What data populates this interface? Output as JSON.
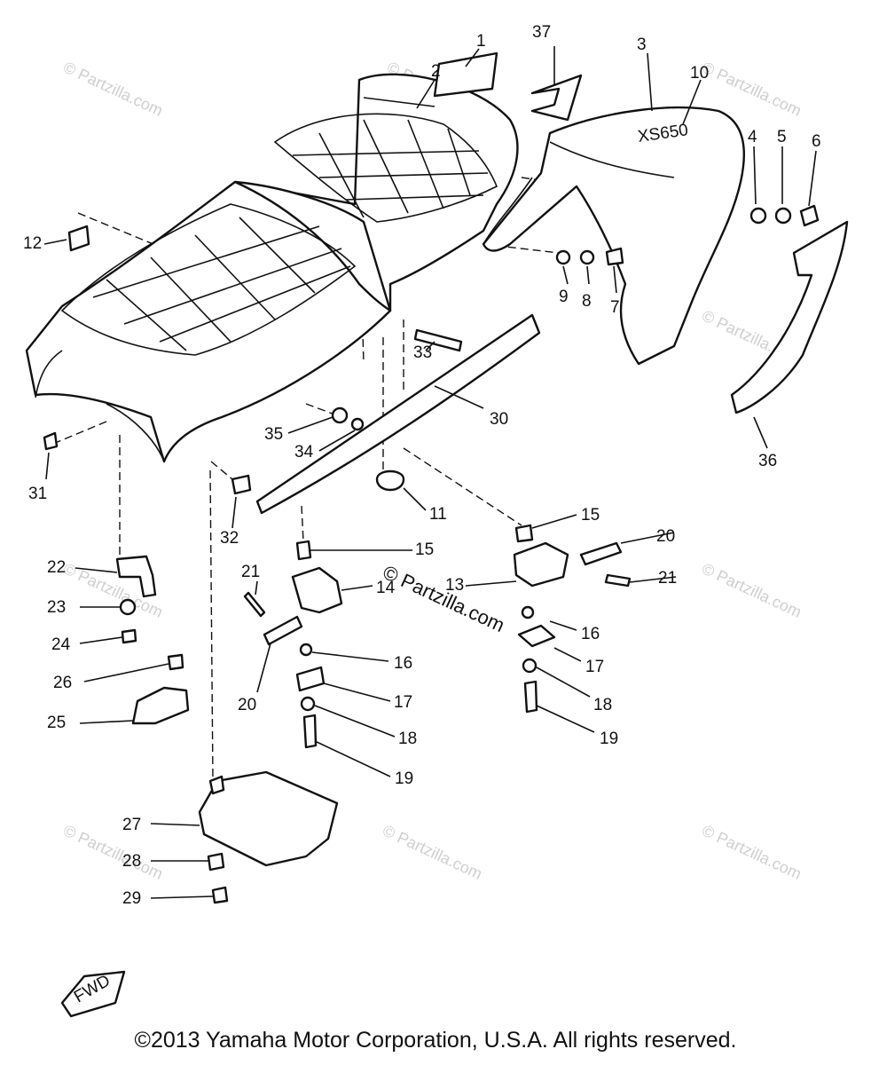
{
  "watermark": "© Partzilla.com",
  "watermark_center": "© Partzilla.com",
  "fwd_label": "FWD",
  "cover_emblem": "XS650",
  "copyright": "©2013 Yamaha Motor Corporation, U.S.A. All rights reserved.",
  "callouts": {
    "c1": "1",
    "c2": "2",
    "c3": "3",
    "c4": "4",
    "c5": "5",
    "c6": "6",
    "c7": "7",
    "c8": "8",
    "c9": "9",
    "c10": "10",
    "c11": "11",
    "c12": "12",
    "c13": "13",
    "c14": "14",
    "c15a": "15",
    "c15b": "15",
    "c16a": "16",
    "c16b": "16",
    "c17a": "17",
    "c17b": "17",
    "c18a": "18",
    "c18b": "18",
    "c19a": "19",
    "c19b": "19",
    "c20a": "20",
    "c20b": "20",
    "c21a": "21",
    "c21b": "21",
    "c22": "22",
    "c23": "23",
    "c24": "24",
    "c25": "25",
    "c26": "26",
    "c27": "27",
    "c28": "28",
    "c29": "29",
    "c30": "30",
    "c31": "31",
    "c32": "32",
    "c33": "33",
    "c34": "34",
    "c35": "35",
    "c36": "36",
    "c37": "37"
  }
}
